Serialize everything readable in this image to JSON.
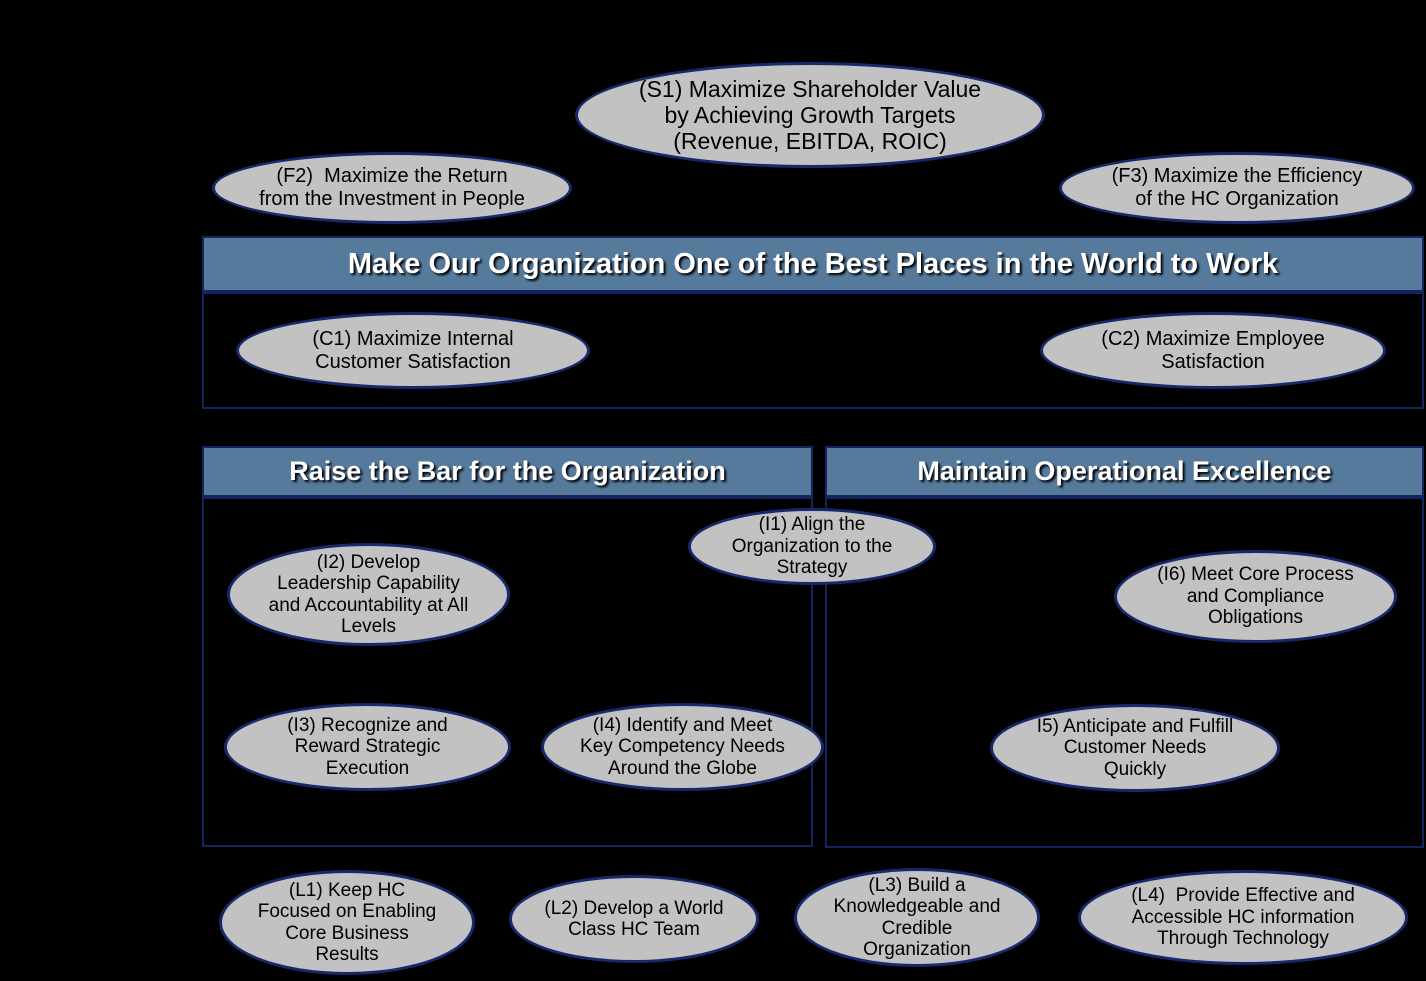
{
  "colors": {
    "background": "#000000",
    "ellipse_fill": "#c2c2c2",
    "ellipse_border": "#17296b",
    "ellipse_text": "#000000",
    "banner_fill": "#567a9b",
    "banner_border": "#14245e",
    "banner_text": "#ffffff"
  },
  "banners": {
    "best_places": {
      "label": "Make Our Organization One of the Best Places in the World to Work"
    },
    "raise_bar": {
      "label": "Raise the Bar for the Organization"
    },
    "operational_excellence": {
      "label": "Maintain Operational Excellence"
    }
  },
  "nodes": {
    "s1": {
      "label": "(S1) Maximize Shareholder Value\nby Achieving Growth Targets\n(Revenue, EBITDA, ROIC)"
    },
    "f2": {
      "label": "(F2)  Maximize the Return\nfrom the Investment in People"
    },
    "f3": {
      "label": "(F3) Maximize the Efficiency\nof the HC Organization"
    },
    "c1": {
      "label": "(C1) Maximize Internal\nCustomer Satisfaction"
    },
    "c2": {
      "label": "(C2) Maximize Employee\nSatisfaction"
    },
    "i1": {
      "label": "(I1) Align the\nOrganization to the\nStrategy"
    },
    "i2": {
      "label": "(I2) Develop\nLeadership Capability\nand Accountability at All\nLevels"
    },
    "i6": {
      "label": "(I6) Meet Core Process\nand Compliance\nObligations"
    },
    "i3": {
      "label": "(I3) Recognize and\nReward Strategic\nExecution"
    },
    "i4": {
      "label": "(I4) Identify and Meet\nKey Competency Needs\nAround the Globe"
    },
    "i5": {
      "label": "I5) Anticipate and Fulfill\nCustomer Needs\nQuickly"
    },
    "l1": {
      "label": "(L1) Keep HC\nFocused on Enabling\nCore Business\nResults"
    },
    "l2": {
      "label": "(L2) Develop a World\nClass HC Team"
    },
    "l3": {
      "label": "(L3) Build a\nKnowledgeable and\nCredible\nOrganization"
    },
    "l4": {
      "label": "(L4)  Provide Effective and\nAccessible HC information\nThrough Technology"
    }
  }
}
